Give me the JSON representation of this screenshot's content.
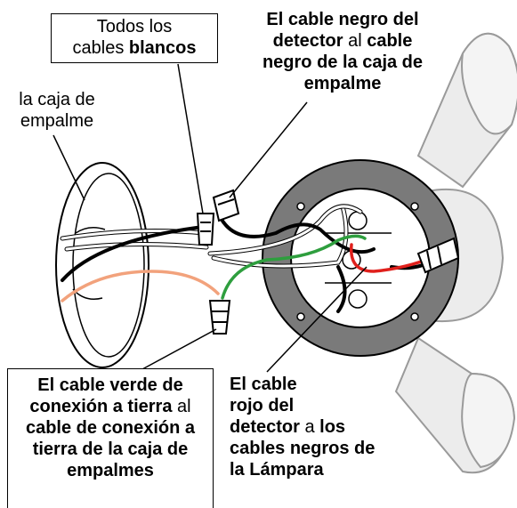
{
  "labels": {
    "white_cables": {
      "line1": "Todos los",
      "line2_normal": "cables ",
      "line2_bold": "blancos"
    },
    "junction_box": {
      "line1": "la caja de",
      "line2": "empalme"
    },
    "black_cable": {
      "line1_bold": "El cable negro del",
      "line2_bold_a": "detector",
      "line2_normal": " al ",
      "line2_bold_b": "cable",
      "line3_bold": "negro de la caja de",
      "line4_bold": "empalme"
    },
    "green_cable": {
      "line1_bold": "El cable verde de",
      "line2_bold": "conexión a tierra",
      "line2_normal": " al",
      "line3_bold": "cable de conexión a",
      "line4_bold": "tierra de la caja de",
      "line5_bold": "empalmes"
    },
    "red_cable": {
      "line1_bold": "El cable",
      "line2_bold": "rojo del",
      "line3_bold": "detector",
      "line3_normal": " a ",
      "line3_bold_b": "los",
      "line4_bold": "cables negros de",
      "line5_bold": "la Lámpara"
    }
  },
  "colors": {
    "outline": "#000000",
    "plate": "#7a7a7a",
    "lamp": "#e6e6e6",
    "green_wire": "#2e9e3e",
    "red_wire": "#e0201c",
    "copper_wire": "#f2a27c"
  }
}
